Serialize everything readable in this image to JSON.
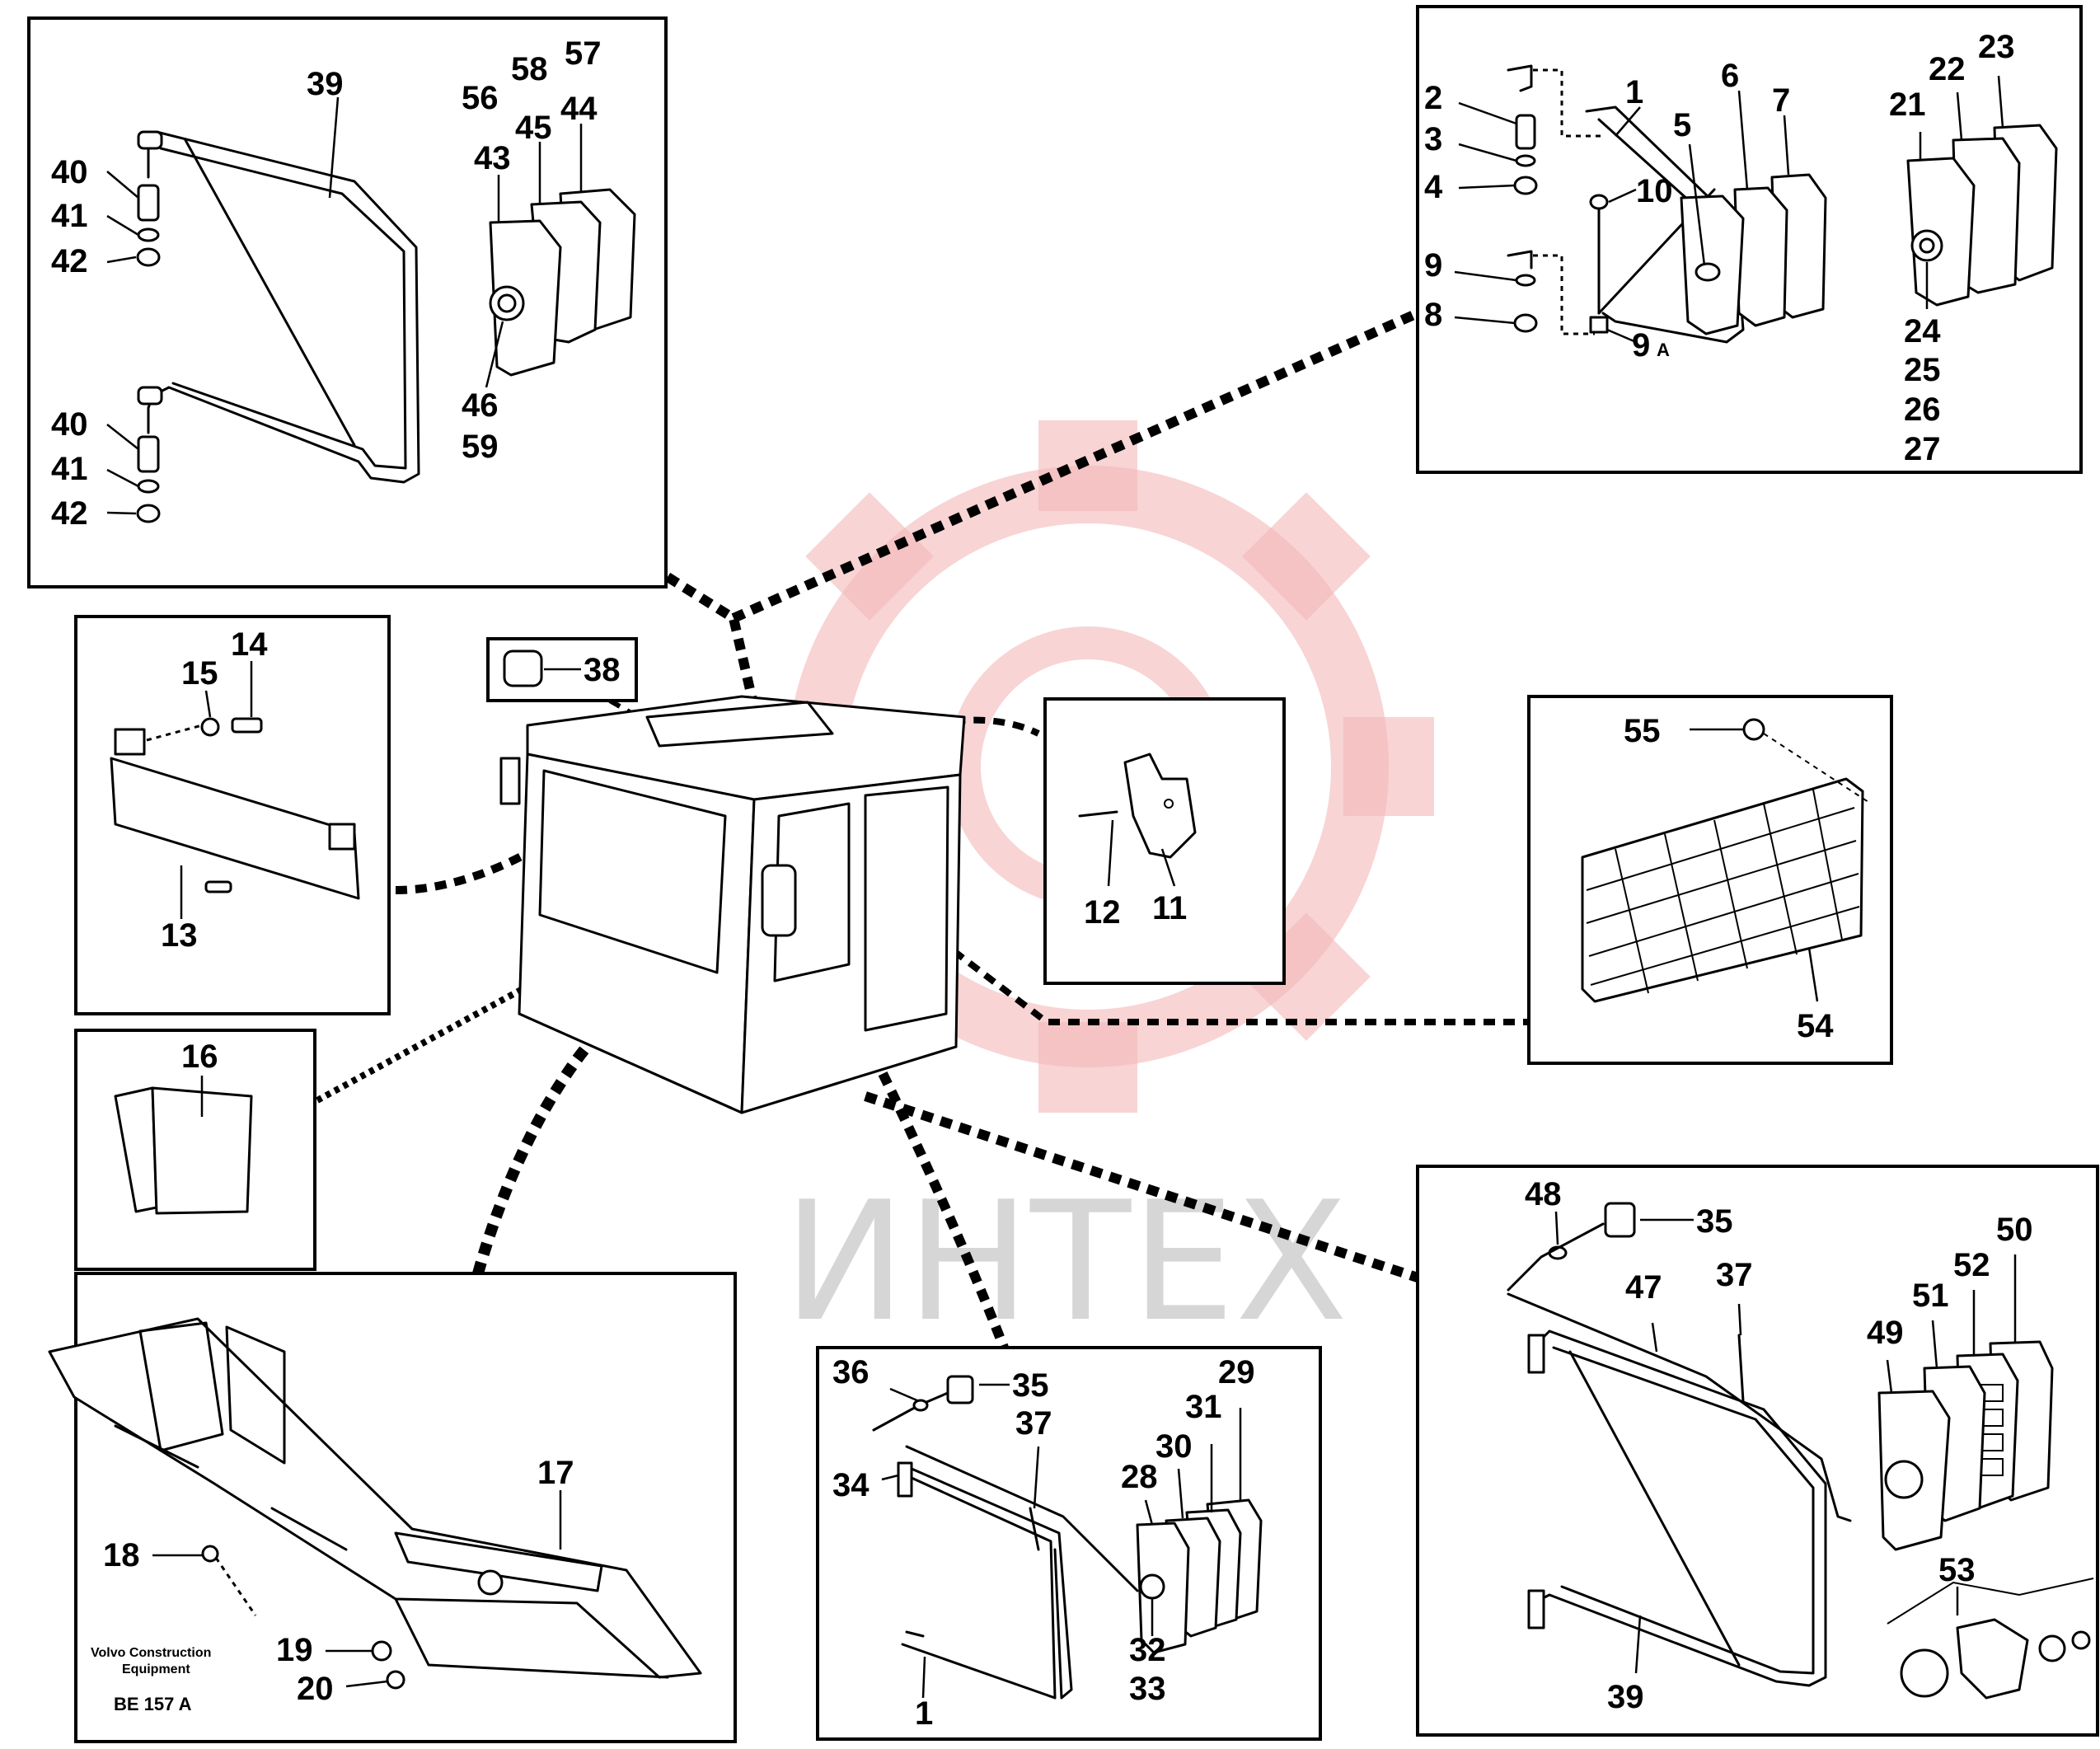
{
  "watermark": {
    "text": "ИНТЕХ",
    "logo": "gear-icon",
    "logo_color": "#f4b8b8",
    "text_color": "#d6d6d6"
  },
  "footer": {
    "maker_line1": "Volvo Construction",
    "maker_line2": "Equipment",
    "code": "BE 157 A"
  },
  "panels": {
    "mirror_left": {
      "labels": [
        "39",
        "40",
        "41",
        "42",
        "40",
        "41",
        "42",
        "43",
        "45",
        "44",
        "56",
        "58",
        "57",
        "46",
        "59"
      ]
    },
    "mirror_top_right": {
      "labels": [
        "1",
        "2",
        "3",
        "4",
        "5",
        "6",
        "7",
        "10",
        "9",
        "8",
        "9",
        "A",
        "21",
        "22",
        "23",
        "24",
        "25",
        "26",
        "27"
      ]
    },
    "sun_visor": {
      "labels": [
        "14",
        "15",
        "13"
      ]
    },
    "lamp_small": {
      "labels": [
        "38"
      ]
    },
    "bracket": {
      "labels": [
        "12",
        "11"
      ]
    },
    "net": {
      "labels": [
        "55",
        "54"
      ]
    },
    "dome_lamp": {
      "labels": [
        "16"
      ]
    },
    "console": {
      "labels": [
        "17",
        "18",
        "19",
        "20"
      ]
    },
    "heated_mirror_bottom": {
      "labels": [
        "36",
        "35",
        "37",
        "34",
        "28",
        "30",
        "31",
        "29",
        "32",
        "33",
        "1"
      ]
    },
    "heated_mirror_right": {
      "labels": [
        "48",
        "35",
        "47",
        "37",
        "50",
        "52",
        "51",
        "49",
        "53",
        "39"
      ]
    }
  }
}
